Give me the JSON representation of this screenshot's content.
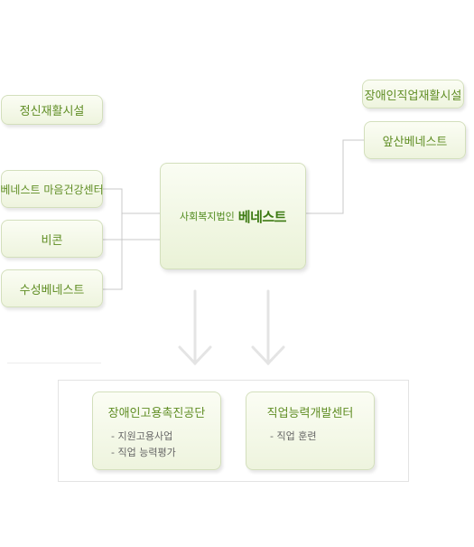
{
  "left_top": {
    "label": "정신재활시설"
  },
  "right_top": {
    "label": "장애인직업재활시설"
  },
  "right_branch": {
    "label": "앞산베네스트"
  },
  "left_branches": [
    {
      "label": "베네스트 마음건강센터"
    },
    {
      "label": "비콘"
    },
    {
      "label": "수성베네스트"
    }
  ],
  "center": {
    "prefix": "사회복지법인",
    "name": "베네스트"
  },
  "bottom": {
    "orgs": [
      {
        "title": "장애인고용촉진공단",
        "items": [
          "지원고용사업",
          "직업 능력평가"
        ]
      },
      {
        "title": "직업능력개발센터",
        "items": [
          "직업 훈련"
        ]
      }
    ]
  },
  "colors": {
    "text_green": "#5f8d23",
    "box_border": "#d3dfbc",
    "connector": "#c8c8c8",
    "arrow": "#e4e4e4"
  }
}
